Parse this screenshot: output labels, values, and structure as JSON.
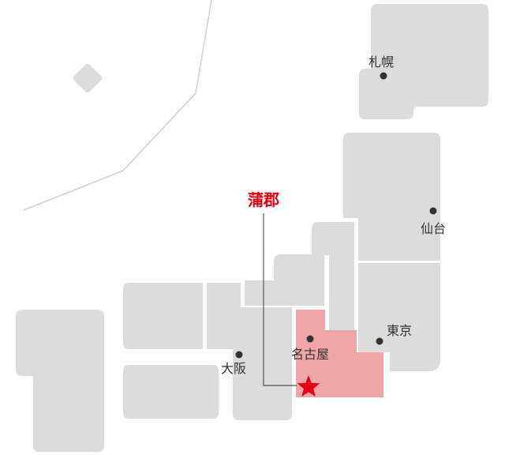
{
  "map": {
    "highlight_color": "#f0a5a8",
    "accent_color": "#e60012",
    "land_color": "#dcdcdc",
    "target": {
      "label": "蒲郡",
      "marker": "star-icon"
    },
    "cities": [
      {
        "key": "sapporo",
        "label": "札幌"
      },
      {
        "key": "sendai",
        "label": "仙台"
      },
      {
        "key": "tokyo",
        "label": "東京"
      },
      {
        "key": "nagoya",
        "label": "名古屋"
      },
      {
        "key": "osaka",
        "label": "大阪"
      }
    ]
  }
}
